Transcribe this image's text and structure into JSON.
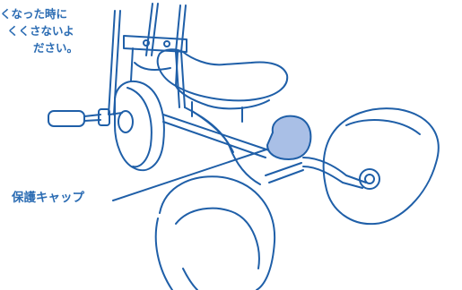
{
  "caption": {
    "lines": [
      "くなった時に",
      "くくさないよ",
      "ださい。"
    ]
  },
  "labels": {
    "protective_cap": "保護キャップ"
  },
  "colors": {
    "line": "#1f5fa8",
    "text": "#2b6cb3",
    "cap_fill": "#a9bfe6",
    "background": "#ffffff"
  }
}
